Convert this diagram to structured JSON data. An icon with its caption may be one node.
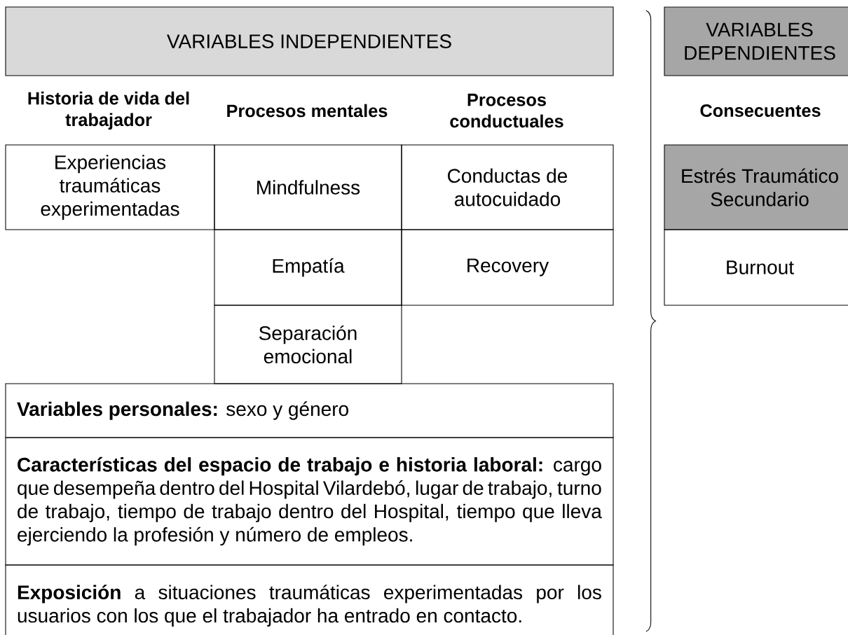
{
  "diagram": {
    "nodes": [
      {
        "text": [
          "VARIABLES INDEPENDIENTES"
        ]
      },
      {
        "text": [
          "Experiencias traumáticas experimentadas"
        ]
      },
      {
        "text": [
          "Mindfulness"
        ]
      },
      {
        "text": [
          "Conductas de autocuidado"
        ]
      },
      {
        "text": [
          "Empatía"
        ]
      },
      {
        "text": [
          "Recovery"
        ]
      },
      {
        "text": [
          "Separación emocional"
        ]
      },
      {
        "text": [
          "**Variables personales:** sexo y género"
        ]
      },
      {
        "text": [
          "**Características del espacio de trabajo e historia laboral:** cargo que desempeña dentro del Hospital Vilardebó, lugar de trabajo, turno de trabajo, tiempo de trabajo dentro del Hospital, tiempo que lleva ejerciendo la profesión y número de empleos."
        ]
      },
      {
        "text": [
          "**Exposición** a situaciones traumáticas experimentadas por los usuarios con los que el trabajador ha entrado en contacto."
        ]
      },
      {
        "text": [
          "VARIABLES DEPENDIENTES"
        ]
      },
      {
        "text": [
          "Estrés Traumático Secundario"
        ]
      },
      {
        "text": [
          "Burnout"
        ]
      }
    ],
    "labels": [
      "Historia de vida del trabajador",
      "Procesos mentales",
      "Procesos conductuales",
      "Consecuentes"
    ]
  }
}
